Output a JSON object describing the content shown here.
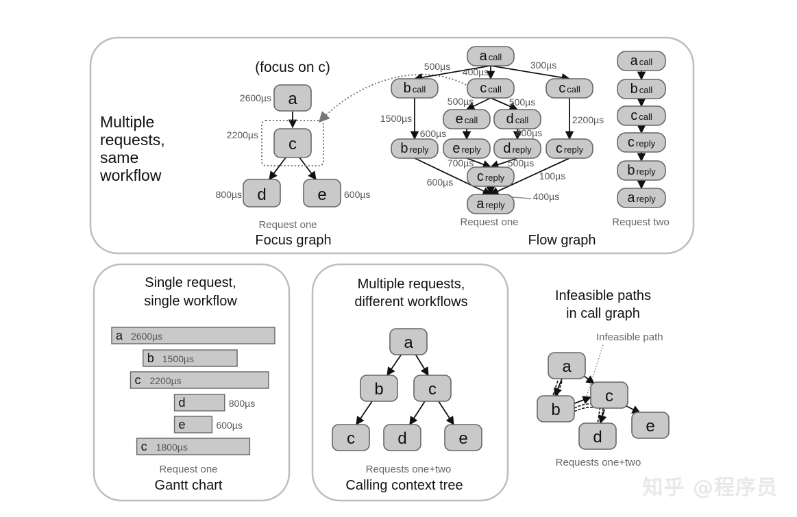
{
  "top_panel": {
    "side_label": [
      "Multiple",
      "requests,",
      "same",
      "workflow"
    ],
    "focus_graph": {
      "heading": "(focus on c)",
      "nodes": [
        {
          "id": "a",
          "label": "a",
          "duration": "2600µs"
        },
        {
          "id": "c",
          "label": "c",
          "duration": "2200µs"
        },
        {
          "id": "d",
          "label": "d",
          "duration": "800µs"
        },
        {
          "id": "e",
          "label": "e",
          "duration": "600µs"
        }
      ],
      "caption": "Request one",
      "title": "Focus graph"
    },
    "flow_graph": {
      "nodes": [
        {
          "id": "a_call",
          "letter": "a",
          "kind": "call"
        },
        {
          "id": "b_call",
          "letter": "b",
          "kind": "call"
        },
        {
          "id": "c_call",
          "letter": "c",
          "kind": "call"
        },
        {
          "id": "c2_call",
          "letter": "c",
          "kind": "call"
        },
        {
          "id": "e_call",
          "letter": "e",
          "kind": "call"
        },
        {
          "id": "d_call",
          "letter": "d",
          "kind": "call"
        },
        {
          "id": "b_reply",
          "letter": "b",
          "kind": "reply"
        },
        {
          "id": "e_reply",
          "letter": "e",
          "kind": "reply"
        },
        {
          "id": "d_reply",
          "letter": "d",
          "kind": "reply"
        },
        {
          "id": "c2_reply",
          "letter": "c",
          "kind": "reply"
        },
        {
          "id": "c_reply",
          "letter": "c",
          "kind": "reply"
        },
        {
          "id": "a_reply",
          "letter": "a",
          "kind": "reply"
        }
      ],
      "edge_labels": {
        "a_b": "500µs",
        "a_c": "400µs",
        "a_c2": "300µs",
        "c_e": "500µs",
        "c_d": "500µs",
        "b_bR": "1500µs",
        "c2_c2R": "2200µs",
        "e_eR": "600µs",
        "d_dR": "800µs",
        "eR_cR": "700µs",
        "dR_cR": "500µs",
        "bR_aR": "600µs",
        "c2R_aR": "100µs",
        "cR_aR": "400µs"
      },
      "caption": "Request one",
      "title": "Flow graph"
    },
    "request_two": {
      "nodes": [
        {
          "letter": "a",
          "kind": "call"
        },
        {
          "letter": "b",
          "kind": "call"
        },
        {
          "letter": "c",
          "kind": "call"
        },
        {
          "letter": "c",
          "kind": "reply"
        },
        {
          "letter": "b",
          "kind": "reply"
        },
        {
          "letter": "a",
          "kind": "reply"
        }
      ],
      "caption": "Request two"
    }
  },
  "gantt_panel": {
    "title_lines": [
      "Single request,",
      "single workflow"
    ],
    "bars": [
      {
        "label": "a",
        "duration": "2600µs",
        "start": 0,
        "length": 2600
      },
      {
        "label": "b",
        "duration": "1500µs",
        "start": 500,
        "length": 1500
      },
      {
        "label": "c",
        "duration": "2200µs",
        "start": 300,
        "length": 2200
      },
      {
        "label": "d",
        "duration": "800µs",
        "start": 1000,
        "length": 800
      },
      {
        "label": "e",
        "duration": "600µs",
        "start": 1000,
        "length": 600
      },
      {
        "label": "c",
        "duration": "1800µs",
        "start": 400,
        "length": 1800
      }
    ],
    "caption": "Request one",
    "title": "Gantt chart"
  },
  "cct_panel": {
    "title_lines": [
      "Multiple requests,",
      "different workflows"
    ],
    "nodes": [
      {
        "id": "a",
        "label": "a"
      },
      {
        "id": "b",
        "label": "b"
      },
      {
        "id": "c",
        "label": "c"
      },
      {
        "id": "bc",
        "label": "c"
      },
      {
        "id": "cd",
        "label": "d"
      },
      {
        "id": "ce",
        "label": "e"
      }
    ],
    "caption": "Requests one+two",
    "title": "Calling context tree"
  },
  "infeasible_panel": {
    "title_lines": [
      "Infeasible paths",
      "in call graph"
    ],
    "annotation": "Infeasible path",
    "nodes": [
      {
        "id": "a",
        "label": "a"
      },
      {
        "id": "b",
        "label": "b"
      },
      {
        "id": "c",
        "label": "c"
      },
      {
        "id": "d",
        "label": "d"
      },
      {
        "id": "e",
        "label": "e"
      }
    ],
    "caption": "Requests one+two"
  },
  "watermark": "知乎 @程序员"
}
